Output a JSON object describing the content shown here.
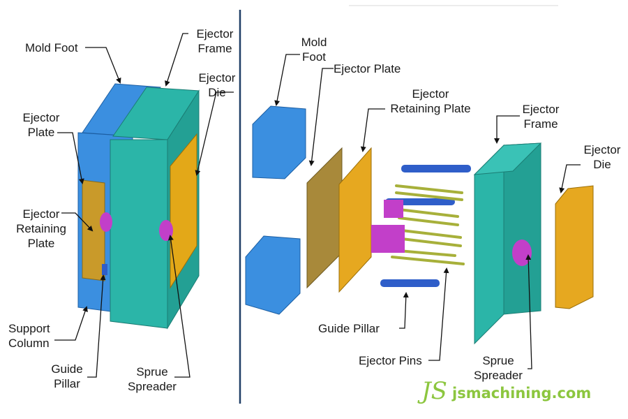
{
  "colors": {
    "mold_foot": "#3b8fe0",
    "ejector_frame": "#2bb5a8",
    "ejector_die": "#e3a818",
    "ejector_plate": "#a8893a",
    "retaining_plate": "#e6a820",
    "pins": "#a7b03a",
    "guide_pillar": "#2f5ec9",
    "sprue": "#c23fc9",
    "divider": "#1f3e66",
    "brand": "#8cc63f"
  },
  "assembled": {
    "mold_foot": "Mold Foot",
    "ejector_frame": "Ejector\nFrame",
    "ejector_die": "Ejector\nDie",
    "ejector_plate": "Ejector\nPlate",
    "ejector_retaining_plate": "Ejector\nRetaining\nPlate",
    "support_column": "Support\nColumn",
    "guide_pillar": "Guide\nPillar",
    "sprue_spreader": "Sprue\nSpreader"
  },
  "exploded": {
    "mold_foot": "Mold\nFoot",
    "ejector_plate": "Ejector Plate",
    "ejector_retaining_plate": "Ejector\nRetaining Plate",
    "ejector_frame": "Ejector\nFrame",
    "ejector_die": "Ejector\nDie",
    "guide_pillar": "Guide Pillar",
    "ejector_pins": "Ejector Pins",
    "sprue_spreader": "Sprue\nSpreader"
  },
  "brand": {
    "mark": "JS",
    "text": "jsmachining.com"
  }
}
